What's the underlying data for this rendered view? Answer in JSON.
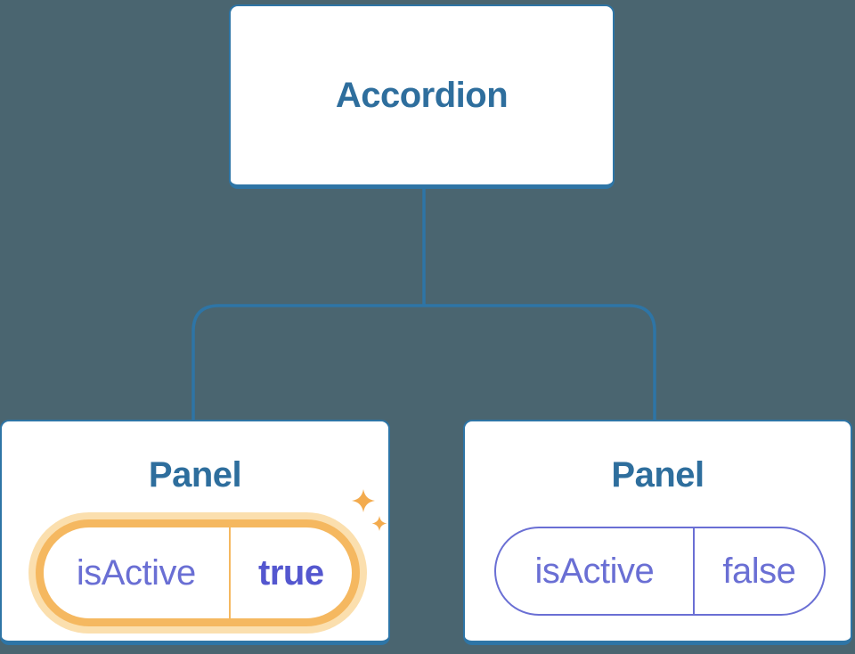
{
  "diagram": {
    "root": {
      "label": "Accordion"
    },
    "children": [
      {
        "title": "Panel",
        "state": {
          "name": "isActive",
          "value": "true"
        },
        "active": true,
        "decoration": "sparkle-icons"
      },
      {
        "title": "Panel",
        "state": {
          "name": "isActive",
          "value": "false"
        },
        "active": false
      }
    ]
  },
  "theme": {
    "bg": "#4a6570",
    "node_border": "#2e75a6",
    "node_fill": "#ffffff",
    "blue_text": "#2e6e9d",
    "purple": "#6a6fd4",
    "purple_bold": "#5457cf",
    "orange_main": "#f5b860",
    "orange_halo": "#fbdfae",
    "sparkle": "#f3ab4e"
  }
}
